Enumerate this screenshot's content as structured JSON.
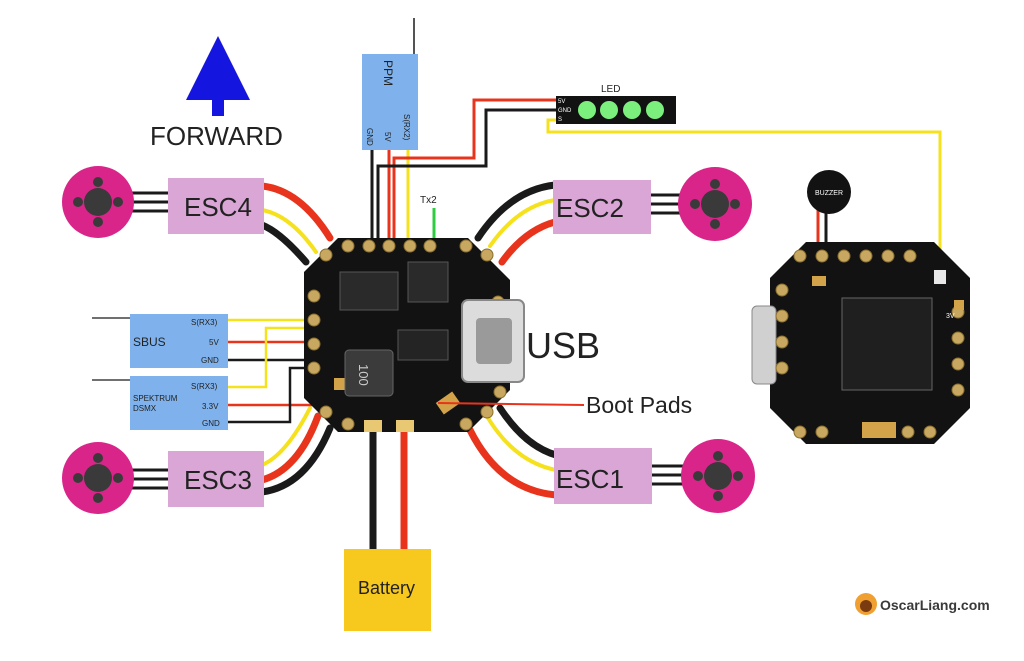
{
  "direction": {
    "label": "FORWARD"
  },
  "esc_labels": {
    "esc1": "ESC1",
    "esc2": "ESC2",
    "esc3": "ESC3",
    "esc4": "ESC4"
  },
  "receiver_ppm": {
    "title": "PPM",
    "pins": [
      "GND",
      "5V",
      "S(RX2)"
    ]
  },
  "led_strip": {
    "label": "LED",
    "pins": [
      "5V",
      "GND",
      "S"
    ]
  },
  "tx2": {
    "label": "Tx2"
  },
  "sbus": {
    "title": "SBUS",
    "pins": [
      "S(RX3)",
      "5V",
      "GND"
    ]
  },
  "spektrum": {
    "title_line1": "SPEKTRUM",
    "title_line2": "DSMX",
    "pins": [
      "S(RX3)",
      "3.3V",
      "GND"
    ]
  },
  "usb": {
    "label": "USB"
  },
  "boot_pads": {
    "label": "Boot Pads"
  },
  "battery": {
    "label": "Battery"
  },
  "inductor": {
    "label": "100"
  },
  "buzzer": {
    "label": "BUZZER"
  },
  "rear_board": {
    "pad_label": "3V"
  },
  "watermark": {
    "text": "OscarLiang.com"
  },
  "colors": {
    "red": "#e8341c",
    "black": "#1a1a1a",
    "yellow": "#f5e11c",
    "motor": "#d9258a",
    "esc": "#d9a6d6",
    "receiver": "#7fb2ec",
    "battery": "#f7c81e",
    "arrow": "#1515e0",
    "led": "#7cf07c",
    "board": "#121212"
  }
}
